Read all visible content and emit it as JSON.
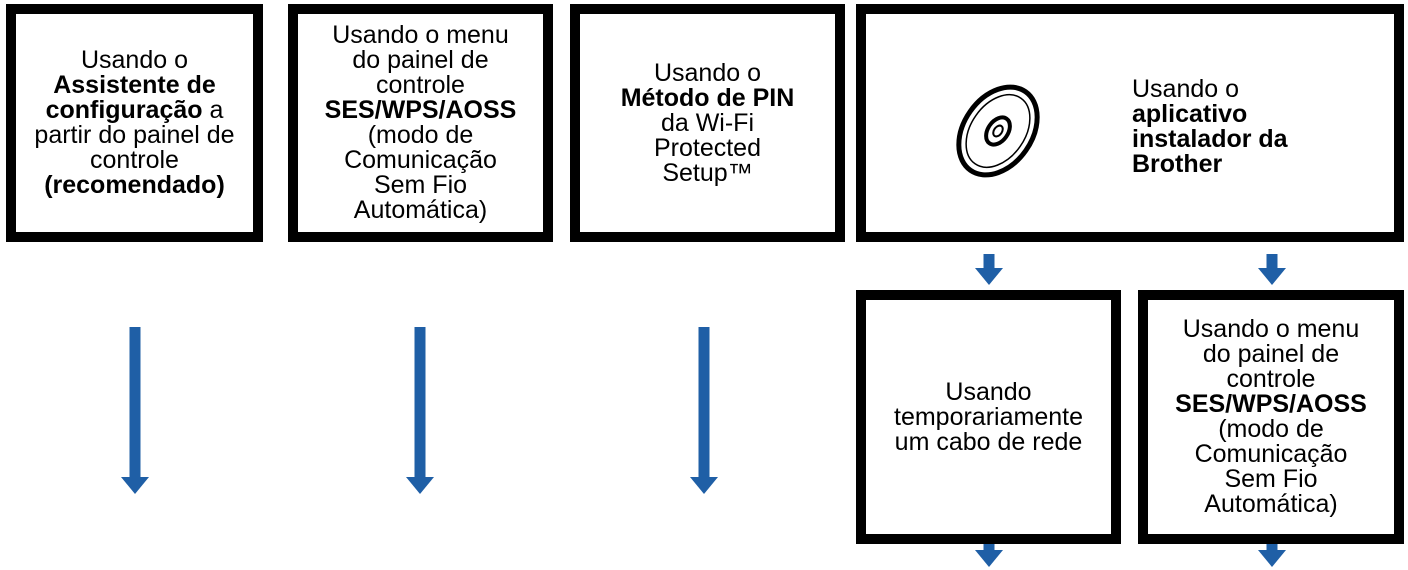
{
  "diagram": {
    "accent_color": "#1f5fa6",
    "boxes": {
      "wizard": {
        "lines": [
          [
            {
              "t": "Usando o"
            }
          ],
          [
            {
              "t": "Assistente de",
              "b": true
            }
          ],
          [
            {
              "t": "configuração",
              "b": true
            },
            {
              "t": " a"
            }
          ],
          [
            {
              "t": "partir do painel de"
            }
          ],
          [
            {
              "t": "controle"
            }
          ],
          [
            {
              "t": "(recomendado)",
              "b": true
            }
          ]
        ]
      },
      "ses_menu": {
        "lines": [
          [
            {
              "t": "Usando o menu"
            }
          ],
          [
            {
              "t": "do painel de"
            }
          ],
          [
            {
              "t": "controle"
            }
          ],
          [
            {
              "t": "SES/WPS/AOSS",
              "b": true
            }
          ],
          [
            {
              "t": "(modo de"
            }
          ],
          [
            {
              "t": "Comunicação"
            }
          ],
          [
            {
              "t": "Sem Fio"
            }
          ],
          [
            {
              "t": "Automática)"
            }
          ]
        ]
      },
      "pin": {
        "lines": [
          [
            {
              "t": "Usando o"
            }
          ],
          [
            {
              "t": "Método de PIN",
              "b": true
            }
          ],
          [
            {
              "t": "da Wi-Fi"
            }
          ],
          [
            {
              "t": "Protected"
            }
          ],
          [
            {
              "t": "Setup™"
            }
          ]
        ]
      },
      "installer": {
        "icon": "cd-disc-icon",
        "lines": [
          [
            {
              "t": "Usando o"
            }
          ],
          [
            {
              "t": "aplicativo",
              "b": true
            }
          ],
          [
            {
              "t": "instalador da",
              "b": true
            }
          ],
          [
            {
              "t": "Brother",
              "b": true
            }
          ]
        ]
      },
      "cable": {
        "lines": [
          [
            {
              "t": "Usando"
            }
          ],
          [
            {
              "t": "temporariamente"
            }
          ],
          [
            {
              "t": "um cabo de rede"
            }
          ]
        ]
      },
      "ses_menu_2": {
        "lines": [
          [
            {
              "t": "Usando o menu"
            }
          ],
          [
            {
              "t": "do painel de"
            }
          ],
          [
            {
              "t": "controle"
            }
          ],
          [
            {
              "t": "SES/WPS/AOSS",
              "b": true
            }
          ],
          [
            {
              "t": "(modo de"
            }
          ],
          [
            {
              "t": "Comunicação"
            }
          ],
          [
            {
              "t": "Sem Fio"
            }
          ],
          [
            {
              "t": "Automática)"
            }
          ]
        ]
      }
    }
  }
}
